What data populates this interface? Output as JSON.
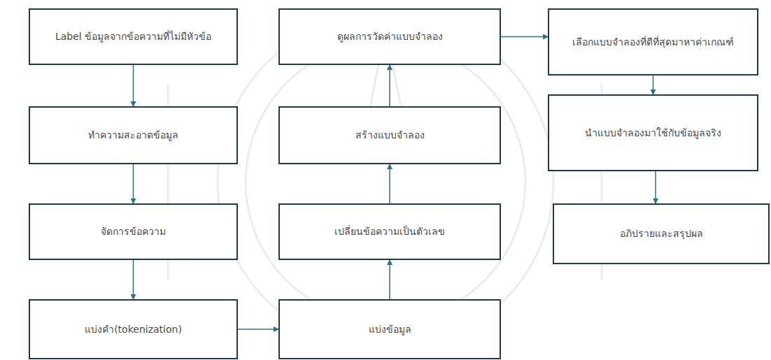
{
  "diagram": {
    "nodes": [
      {
        "text": [
          "Label ข้อมูลจากข้อความที่ไม่มีหัวข้อ"
        ]
      },
      {
        "text": [
          "ทำความสะอาดข้อมูล"
        ]
      },
      {
        "text": [
          "จัดการข้อความ"
        ]
      },
      {
        "text": [
          "แบ่งคำ(tokenization)"
        ]
      },
      {
        "text": [
          "แบ่งข้อมูล"
        ]
      },
      {
        "text": [
          "เปลี่ยนข้อความเป็นตัวเลข"
        ]
      },
      {
        "text": [
          "สร้างแบบจำลอง"
        ]
      },
      {
        "text": [
          "ดูผลการวัดค่าแบบจำลอง"
        ]
      },
      {
        "text": [
          "เลือกแบบจำลองที่ดีที่สุดมาหาค่าเกณฑ์"
        ]
      },
      {
        "text": [
          "นำแบบจำลองมาใช้กับข้อมูลจริง"
        ]
      },
      {
        "text": [
          "อภิปรายและสรุปผล"
        ]
      }
    ],
    "edges": [
      {
        "from": 0,
        "to": 1,
        "arrow": "to"
      },
      {
        "from": 1,
        "to": 2,
        "arrow": "to"
      },
      {
        "from": 2,
        "to": 3,
        "arrow": "to"
      },
      {
        "from": 3,
        "to": 4,
        "arrow": "to"
      },
      {
        "from": 4,
        "to": 5,
        "arrow": "to"
      },
      {
        "from": 5,
        "to": 6,
        "arrow": "to"
      },
      {
        "from": 6,
        "to": 7,
        "arrow": "to"
      },
      {
        "from": 7,
        "to": 8,
        "arrow": "to"
      },
      {
        "from": 8,
        "to": 9,
        "arrow": "to"
      },
      {
        "from": 9,
        "to": 10,
        "arrow": "to"
      }
    ]
  }
}
